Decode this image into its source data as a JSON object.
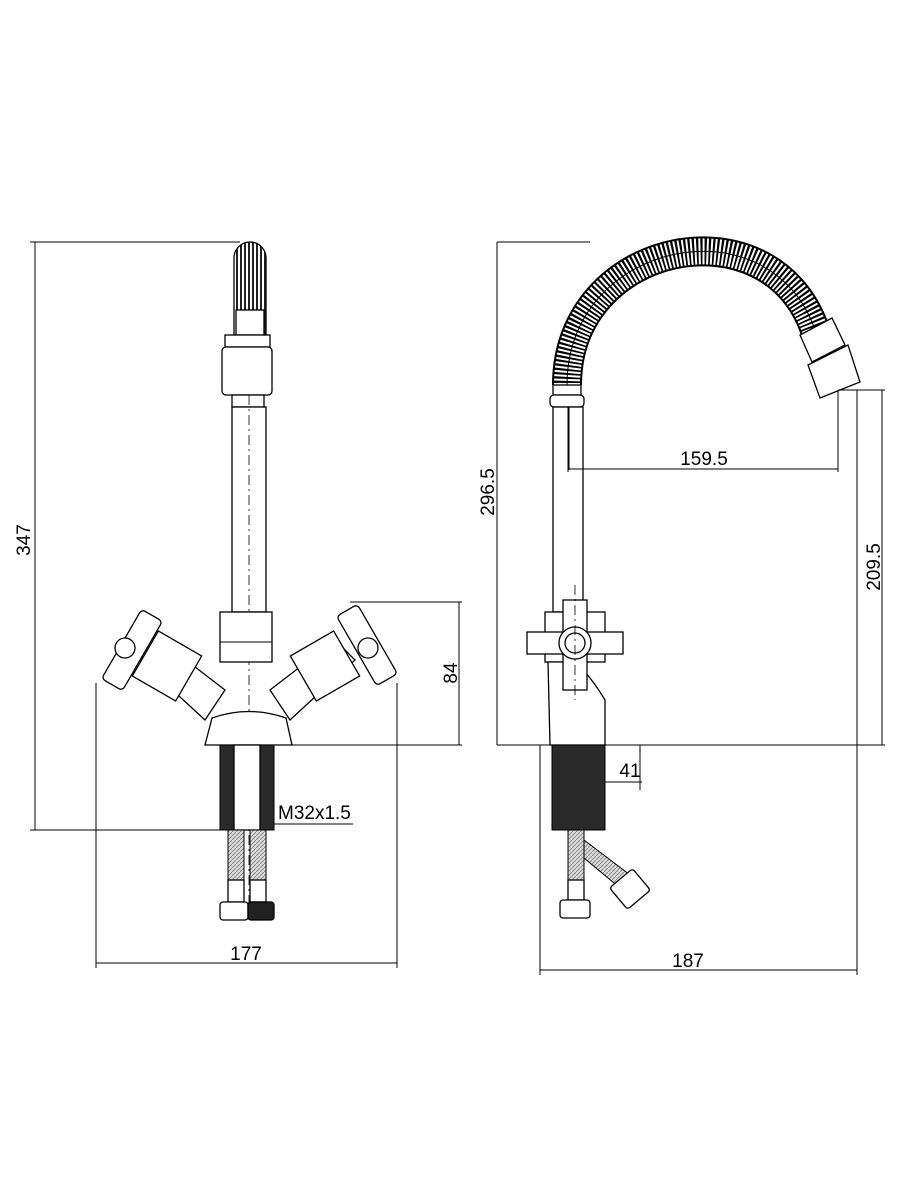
{
  "drawing": {
    "front_view": {
      "height_total": "347",
      "handle_height": "84",
      "width": "177",
      "thread": "M32x1.5"
    },
    "side_view": {
      "spout_height": "296.5",
      "spout_reach": "159.5",
      "outlet_height": "209.5",
      "depth": "187",
      "thread_offset": "41"
    }
  }
}
